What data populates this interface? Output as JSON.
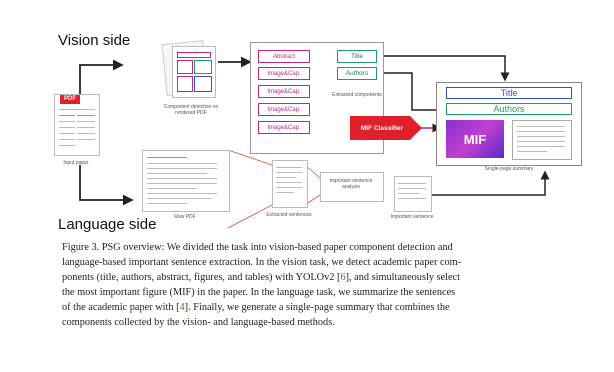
{
  "diagram": {
    "vision_label": "Vision side",
    "language_label": "Language side",
    "pdf_badge": "PDF",
    "input_paper_label": "Input paper",
    "component_detection_label": "Component detection on rendered PDF",
    "raw_pdf_label": "Raw PDF",
    "detected_components": [
      "Abstract",
      "Image&Cap.",
      "Image&Cap.",
      "Image&Cap.",
      "Image&Cap."
    ],
    "extracted_components": [
      "Title",
      "Authors"
    ],
    "extracted_components_label": "Extracted components",
    "mif_classifier_label": "MIF Classifier",
    "summary_title": "Title",
    "summary_authors": "Authors",
    "mif_label": "MIF",
    "single_page_summary_label": "Single-page summary",
    "extracted_sentences_label": "Extracted sentences",
    "important_sentence_analysis_label": "Important sentence analysis",
    "important_sentence_label": "Important sentence",
    "colors": {
      "magenta": "#c2268a",
      "green": "#1f9a6a",
      "blue": "#2d4ed8",
      "red": "#e0202a",
      "purple": "#8a2ed0"
    }
  },
  "caption": {
    "l1": "Figure 3. PSG overview: We divided the task into vision-based paper component detection and",
    "l2": "language-based important sentence extraction. In the vision task, we detect academic paper com-",
    "l3a": "ponents (title, authors, abstract, figures, and tables) with YOLOv2 [",
    "ref1": "6",
    "l3b": "], and simultaneously select",
    "l4": "the most important figure (MIF) in the paper. In the language task, we summarize the sentences",
    "l5a": "of the academic paper with [",
    "ref2": "4",
    "l5b": "]. Finally, we generate a single-page summary that combines the",
    "l6": "components collected by the vision- and language-based methods."
  }
}
